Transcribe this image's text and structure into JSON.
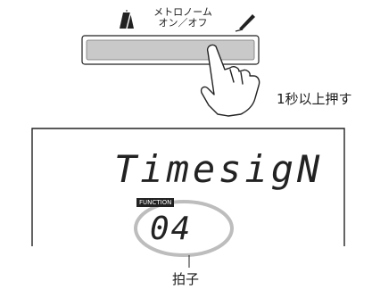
{
  "metronome_button": {
    "label_line1": "メトロノーム",
    "label_line2": "オン／オフ",
    "metronome_icon": "metronome-icon",
    "beat_icon": "pen-icon",
    "press_icon": "pressing-hand-icon"
  },
  "instruction": {
    "hold_text": "1秒以上押す"
  },
  "lcd": {
    "main_text": "TimesigN",
    "badge": "FUNCTION",
    "value": "04"
  },
  "callout": {
    "label": "拍子"
  },
  "colors": {
    "button_fill": "#c9c9c9",
    "ink": "#1a1a1a",
    "highlight_ring": "#bdbdbd"
  }
}
